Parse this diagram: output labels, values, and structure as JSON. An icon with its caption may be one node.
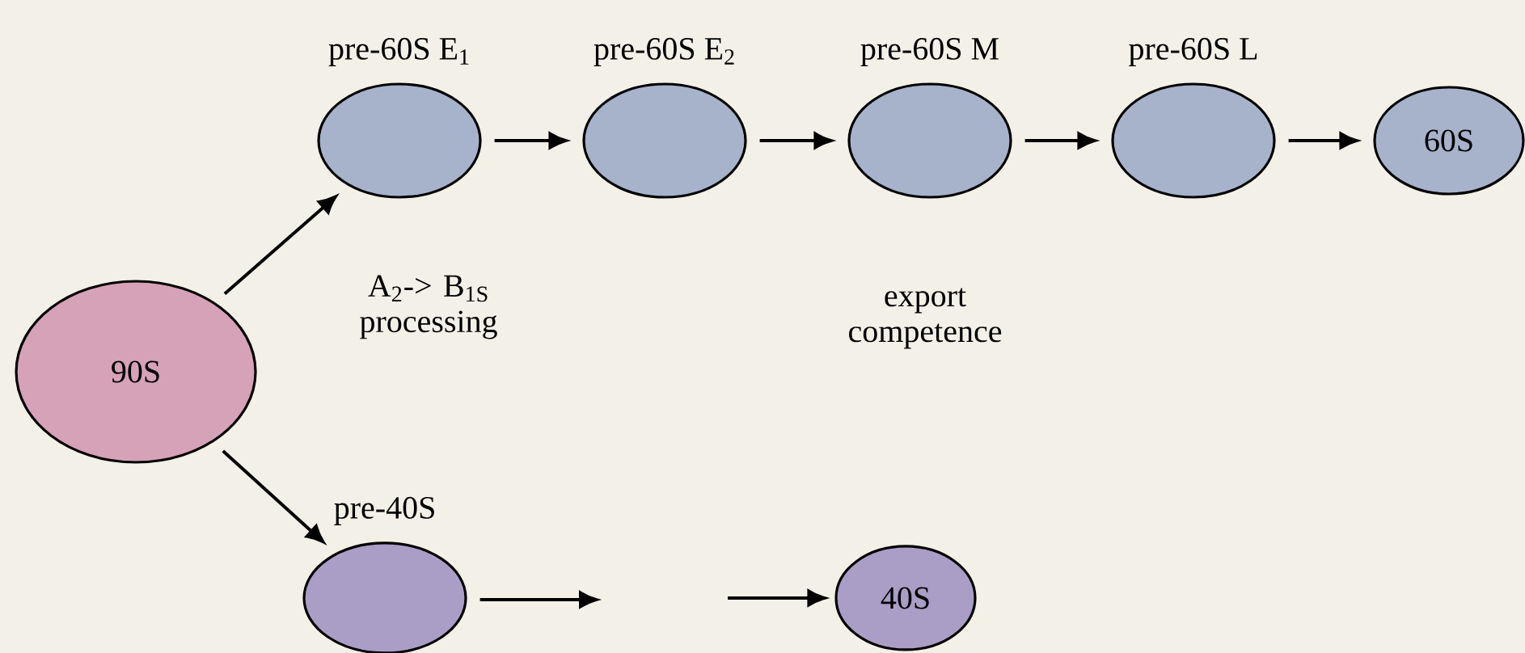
{
  "diagram": {
    "nodes": [
      {
        "text": [
          "90S"
        ]
      },
      {
        "text": [
          "pre-60S E$_{1}$"
        ]
      },
      {
        "text": [
          "pre-60S E$_{2}$"
        ]
      },
      {
        "text": [
          "pre-60S M"
        ]
      },
      {
        "text": [
          "pre-60S L"
        ]
      },
      {
        "text": [
          "60S"
        ]
      },
      {
        "text": [
          "pre-40S"
        ]
      },
      {
        "text": [
          "40S"
        ]
      }
    ],
    "edges": [
      {
        "from": 0,
        "to": 1,
        "arrow": "to"
      },
      {
        "from": 1,
        "to": 2,
        "arrow": "to"
      },
      {
        "from": 2,
        "to": 3,
        "arrow": "to"
      },
      {
        "from": 3,
        "to": 4,
        "arrow": "to"
      },
      {
        "from": 4,
        "to": 5,
        "arrow": "to"
      },
      {
        "from": 0,
        "to": 6,
        "arrow": "to"
      },
      {
        "from": 6,
        "to": null,
        "arrow": "to"
      },
      {
        "from": null,
        "to": 7,
        "arrow": "to"
      }
    ],
    "labels": [
      "A$_{2}$-> B$_{1S}$ processing",
      "export competence"
    ]
  }
}
